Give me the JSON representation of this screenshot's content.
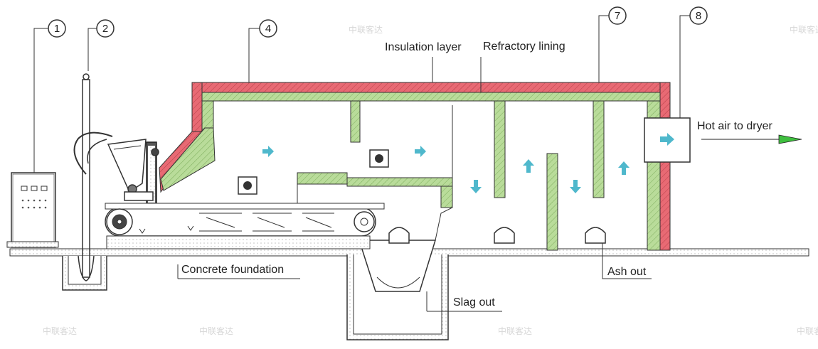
{
  "labels": {
    "insulation": "Insulation layer",
    "refractory": "Refractory lining",
    "hot_air": "Hot air to dryer",
    "concrete": "Concrete foundation",
    "ash": "Ash out",
    "slag": "Slag out"
  },
  "callouts": [
    "1",
    "2",
    "4",
    "7",
    "8"
  ],
  "watermark": "中联客达",
  "colors": {
    "insulation": "#e86a74",
    "refractory": "#b9dc9a",
    "air_arrow": "#4fb8cc",
    "output_arrow": "#3fbf3f",
    "line": "#222222"
  }
}
